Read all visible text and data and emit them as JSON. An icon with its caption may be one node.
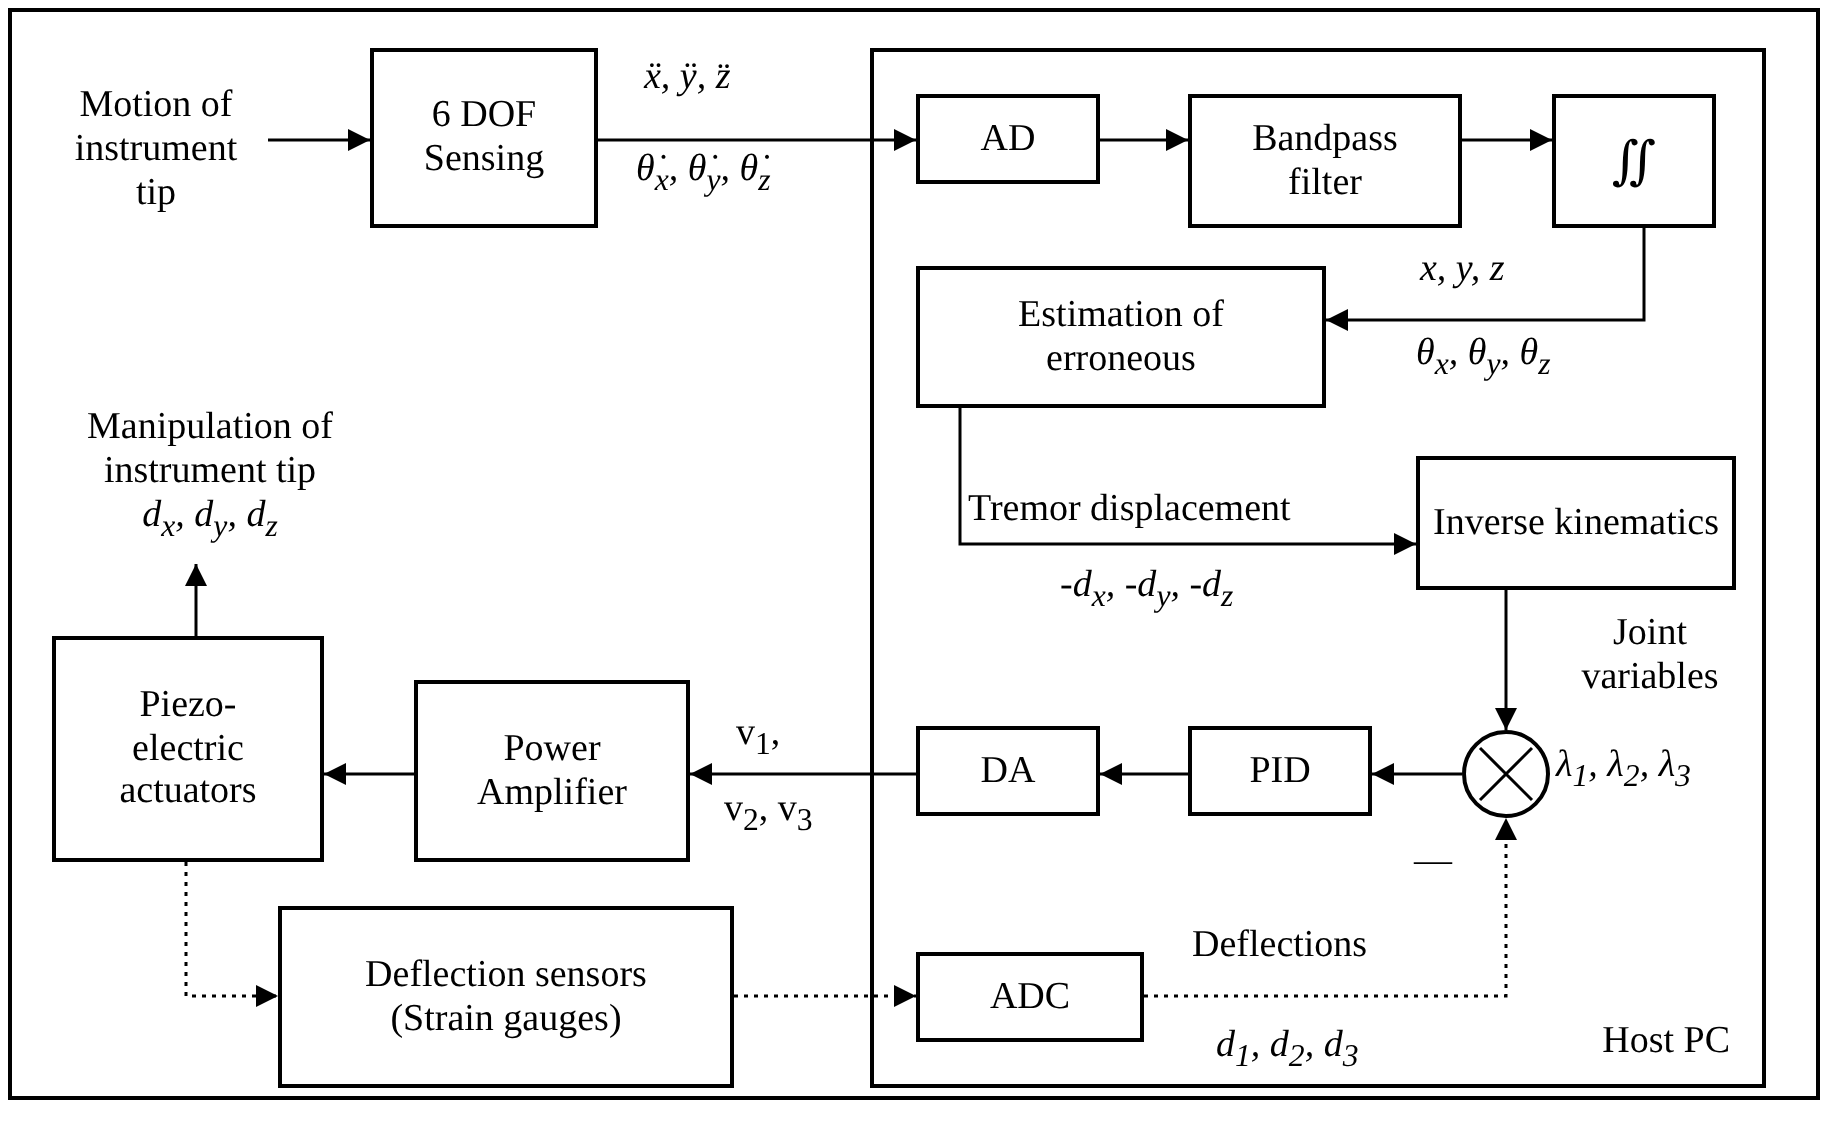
{
  "diagram": {
    "nodes": [
      {
        "text": [
          "Motion of instrument tip"
        ]
      },
      {
        "text": [
          "6 DOF Sensing"
        ]
      },
      {
        "text": [
          "Host PC"
        ]
      },
      {
        "text": [
          "AD"
        ],
        "in": 2
      },
      {
        "text": [
          "Bandpass filter"
        ],
        "in": 2
      },
      {
        "text": [
          "∬"
        ],
        "in": 2
      },
      {
        "text": [
          "Estimation of erroneous"
        ],
        "in": 2
      },
      {
        "text": [
          "Inverse kinematics"
        ],
        "in": 2
      },
      {
        "text": [],
        "shape": "circle",
        "in": 2
      },
      {
        "text": [
          "PID"
        ],
        "in": 2
      },
      {
        "text": [
          "DA"
        ],
        "in": 2
      },
      {
        "text": [
          "ADC"
        ],
        "in": 2
      },
      {
        "text": [
          "Power Amplifier"
        ]
      },
      {
        "text": [
          "Piezo-electric actuators"
        ]
      },
      {
        "text": [
          "Deflection sensors (Strain gauges)"
        ]
      },
      {
        "text": [
          "Manipulation of instrument tip",
          "d$_{x}$, d$_{y}$, d$_{z}$"
        ]
      }
    ],
    "edges": [
      {
        "from": 0,
        "to": 1,
        "arrow": "to"
      },
      {
        "from": 1,
        "to": 3,
        "arrow": "to"
      },
      {
        "from": 3,
        "to": 4,
        "arrow": "to"
      },
      {
        "from": 4,
        "to": 5,
        "arrow": "to"
      },
      {
        "from": 5,
        "to": 6,
        "arrow": "to"
      },
      {
        "from": 6,
        "to": 7,
        "arrow": "to"
      },
      {
        "from": 7,
        "to": 8,
        "arrow": "to"
      },
      {
        "from": 8,
        "to": 9,
        "arrow": "to"
      },
      {
        "from": 9,
        "to": 10,
        "arrow": "to"
      },
      {
        "from": 10,
        "to": 12,
        "arrow": "to"
      },
      {
        "from": 12,
        "to": 13,
        "arrow": "to"
      },
      {
        "from": 13,
        "to": 15,
        "arrow": "to"
      },
      {
        "from": 13,
        "to": 14,
        "arrow": "to",
        "style": "dashed"
      },
      {
        "from": 14,
        "to": 11,
        "arrow": "to",
        "style": "dashed"
      },
      {
        "from": 11,
        "to": 8,
        "arrow": "to",
        "style": "dashed"
      }
    ],
    "labels": [
      "ẍ, ÿ, z̈",
      "θ̇$_{x}$, θ̇$_{y}$, θ̇$_{z}$",
      "x, y, z",
      "θ$_{x}$, θ$_{y}$, θ$_{z}$",
      "Tremor displacement",
      "-d$_{x}$, -d$_{y}$, -d$_{z}$",
      "Joint variables",
      "λ$_{1}$, λ$_{2}$, λ$_{3}$",
      "v$_{1}$,",
      "v$_{2}$, v$_{3}$",
      "—",
      "Deflections",
      "d$_{1}$, d$_{2}$, d$_{3}$"
    ]
  }
}
